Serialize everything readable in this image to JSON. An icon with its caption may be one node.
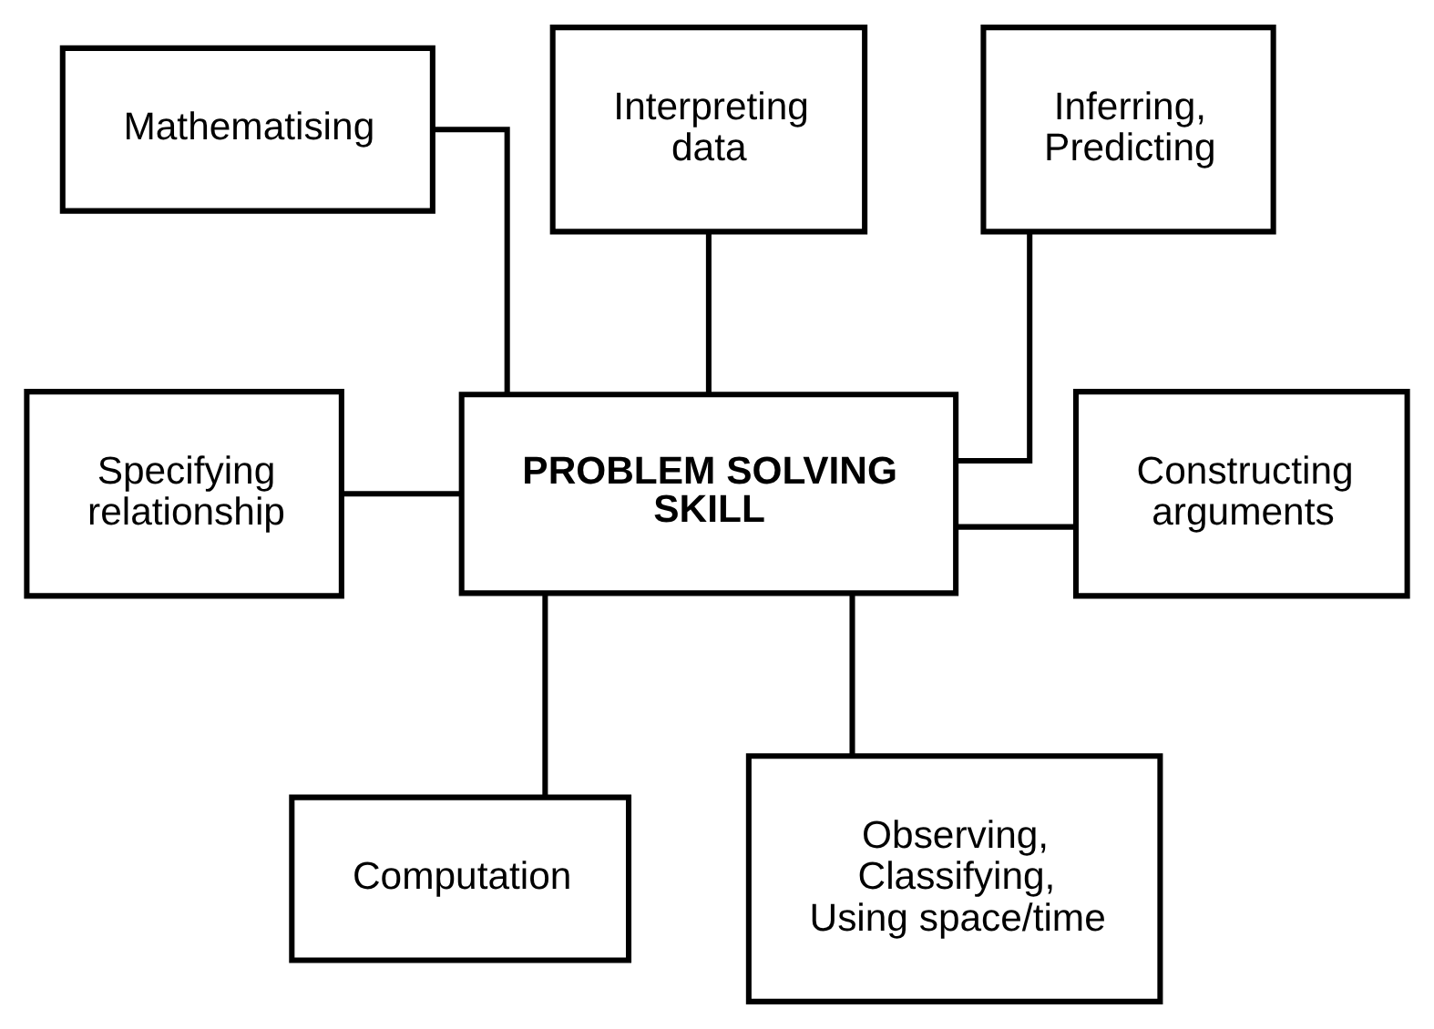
{
  "diagram": {
    "nodes": [
      {
        "text": [
          "PROBLEM SOLVING SKILL"
        ]
      },
      {
        "text": [
          "Mathematising"
        ]
      },
      {
        "text": [
          "Interpreting data"
        ]
      },
      {
        "text": [
          "Inferring, Predicting"
        ]
      },
      {
        "text": [
          "Specifying relationship"
        ]
      },
      {
        "text": [
          "Constructing arguments"
        ]
      },
      {
        "text": [
          "Computation"
        ]
      },
      {
        "text": [
          "Observing, Classifying, Using space/time"
        ]
      }
    ],
    "edges": [
      {
        "from": 1,
        "to": 0,
        "arrow": "none"
      },
      {
        "from": 2,
        "to": 0,
        "arrow": "none"
      },
      {
        "from": 3,
        "to": 0,
        "arrow": "none"
      },
      {
        "from": 4,
        "to": 0,
        "arrow": "none"
      },
      {
        "from": 0,
        "to": 5,
        "arrow": "none"
      },
      {
        "from": 0,
        "to": 6,
        "arrow": "none"
      },
      {
        "from": 0,
        "to": 7,
        "arrow": "none"
      }
    ]
  }
}
